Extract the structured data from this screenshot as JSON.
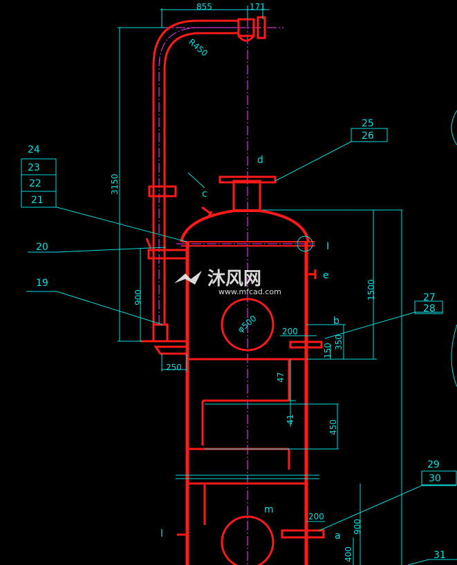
{
  "dims": {
    "d855": "855",
    "d171": "171",
    "r450": "R450",
    "d3150": "3150",
    "d900_left": "900",
    "d250": "250",
    "d1500": "1500",
    "d350": "350",
    "d150": "150",
    "d200_top": "200",
    "phi500": "φ500",
    "d47": "47",
    "d41": "41",
    "d450": "450",
    "d200_bottom": "200",
    "d900_right": "900",
    "d400": "400"
  },
  "parts": {
    "p19": "19",
    "p20": "20",
    "p21": "21",
    "p22": "22",
    "p23": "23",
    "p24": "24",
    "p25": "25",
    "p26": "26",
    "p27": "27",
    "p28": "28",
    "p29": "29",
    "p30": "30",
    "p31": "31"
  },
  "nozzles": {
    "a": "a",
    "b": "b",
    "c": "c",
    "d": "d",
    "e": "e",
    "I": "I",
    "l": "l",
    "m": "m"
  },
  "watermark": {
    "text": "沐风网",
    "url": "www.mfcad.com"
  },
  "colors": {
    "background": "#000000",
    "vessel": "#ff1a1a",
    "dimension": "#00e0e0",
    "centerline": "#ff40ff"
  }
}
